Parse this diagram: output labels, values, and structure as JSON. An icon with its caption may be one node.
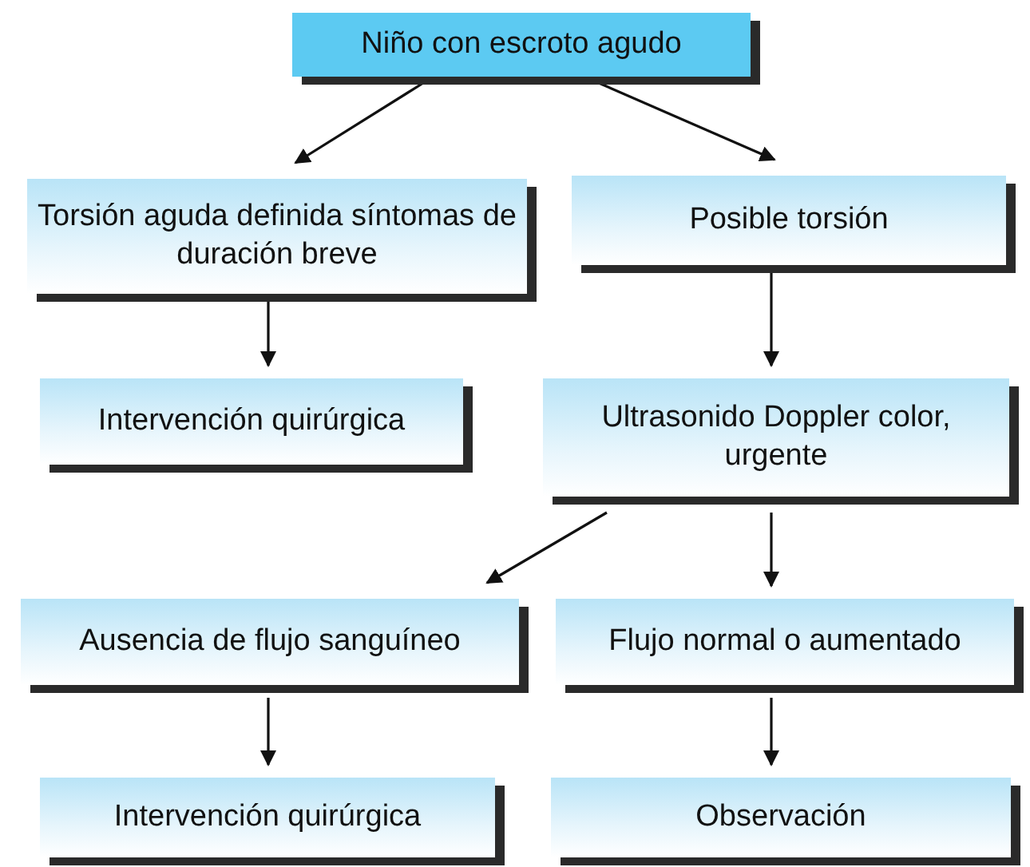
{
  "diagram": {
    "nodes": [
      {
        "text": [
          "Niño con escroto agudo"
        ]
      },
      {
        "text": [
          "Torsión aguda definida síntomas de duración breve"
        ]
      },
      {
        "text": [
          "Posible torsión"
        ]
      },
      {
        "text": [
          "Intervención quirúrgica"
        ]
      },
      {
        "text": [
          "Ultrasonido Doppler color, urgente"
        ]
      },
      {
        "text": [
          "Ausencia de flujo sanguíneo"
        ]
      },
      {
        "text": [
          "Flujo normal o aumentado"
        ]
      },
      {
        "text": [
          "Intervención quirúrgica"
        ]
      },
      {
        "text": [
          "Observación"
        ]
      }
    ],
    "edges": [
      {
        "from": 0,
        "to": 1,
        "arrow": "to"
      },
      {
        "from": 0,
        "to": 2,
        "arrow": "to"
      },
      {
        "from": 1,
        "to": 3,
        "arrow": "to"
      },
      {
        "from": 2,
        "to": 4,
        "arrow": "to"
      },
      {
        "from": 4,
        "to": 5,
        "arrow": "to"
      },
      {
        "from": 4,
        "to": 6,
        "arrow": "to"
      },
      {
        "from": 5,
        "to": 7,
        "arrow": "to"
      },
      {
        "from": 6,
        "to": 8,
        "arrow": "to"
      }
    ]
  }
}
